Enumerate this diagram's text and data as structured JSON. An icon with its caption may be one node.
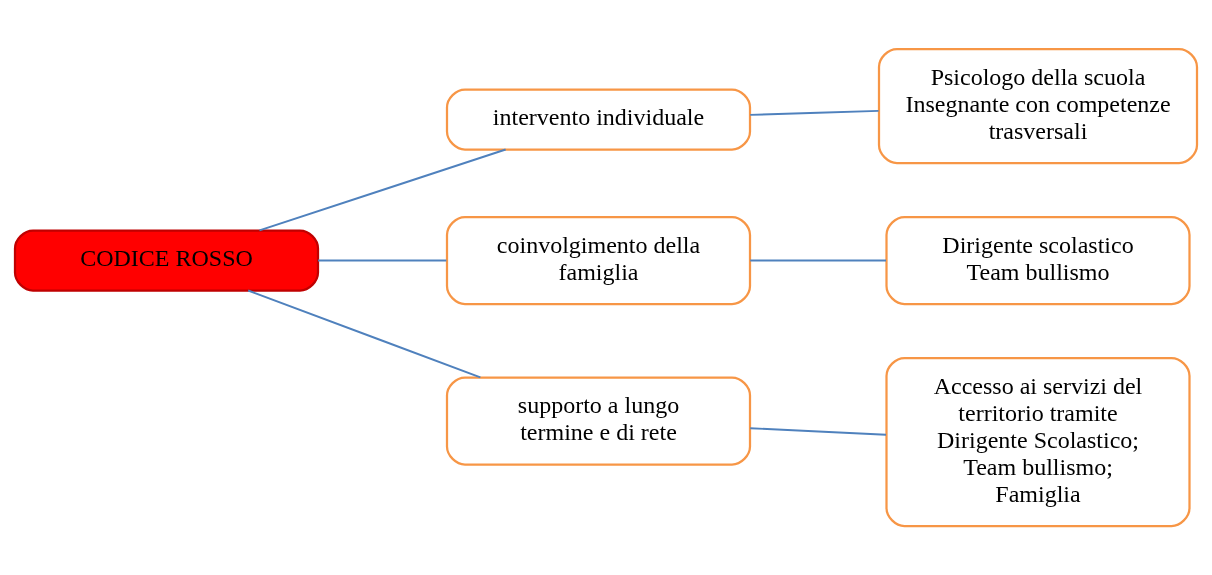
{
  "diagram": {
    "nodes": [
      {
        "text": [
          "CODICE ROSSO"
        ]
      },
      {
        "text": [
          "intervento individuale"
        ]
      },
      {
        "text": [
          "coinvolgimento della famiglia"
        ]
      },
      {
        "text": [
          "supporto a lungo termine e di rete"
        ]
      },
      {
        "text": [
          "Psicologo della scuola",
          "Insegnante con competenze trasversali"
        ]
      },
      {
        "text": [
          "Dirigente scolastico",
          "Team bullismo"
        ]
      },
      {
        "text": [
          "Accesso ai servizi del territorio tramite",
          "Dirigente Scolastico;",
          "Team bullismo;",
          "Famiglia"
        ]
      }
    ],
    "edges": [
      {
        "from": 0,
        "to": 1,
        "arrow": "none"
      },
      {
        "from": 0,
        "to": 2,
        "arrow": "none"
      },
      {
        "from": 0,
        "to": 3,
        "arrow": "none"
      },
      {
        "from": 1,
        "to": 4,
        "arrow": "none"
      },
      {
        "from": 2,
        "to": 5,
        "arrow": "none"
      },
      {
        "from": 3,
        "to": 6,
        "arrow": "none"
      }
    ]
  }
}
